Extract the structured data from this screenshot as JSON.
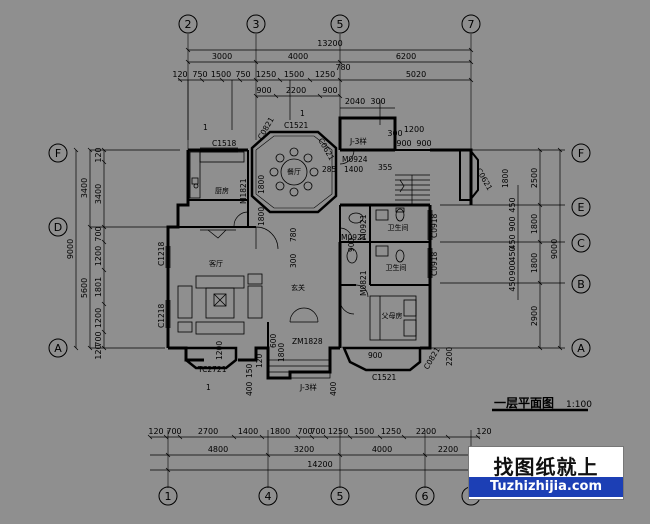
{
  "axes_top": [
    "2",
    "3",
    "5",
    "7"
  ],
  "axes_bottom": [
    "1",
    "4",
    "5",
    "6",
    "7"
  ],
  "axes_left": [
    "F",
    "D",
    "A"
  ],
  "axes_right": [
    "F",
    "E",
    "C",
    "B",
    "A"
  ],
  "dims_top": {
    "total": "13200",
    "row1": [
      "3000",
      "4000",
      "6200"
    ],
    "row2": [
      "120",
      "750",
      "1500",
      "750",
      "1250",
      "1500",
      "1250",
      "5020"
    ],
    "row3": [
      "900",
      "2200",
      "900"
    ],
    "small": [
      "780",
      "2040",
      "300",
      "300",
      "900",
      "1200",
      "900"
    ]
  },
  "dims_bottom": {
    "row1": [
      "120",
      "700",
      "2700",
      "1400",
      "1800",
      "700",
      "700",
      "1250",
      "1500",
      "1250",
      "2200",
      "120"
    ],
    "row2": [
      "4800",
      "3200",
      "4000",
      "2200"
    ],
    "total": "14200"
  },
  "dims_left": {
    "total": "9000",
    "mid": [
      "3400",
      "5600"
    ],
    "fine": [
      "120",
      "3400",
      "700",
      "1200",
      "1801",
      "1200",
      "700",
      "120"
    ]
  },
  "dims_right": {
    "total": "9000",
    "mid": [
      "2500",
      "1800",
      "1800",
      "2900"
    ],
    "fine": [
      "450",
      "900",
      "450",
      "450",
      "900",
      "450"
    ]
  },
  "rooms": {
    "dining": "餐厅",
    "kitchen": "厨房",
    "living": "客厅",
    "hall": "玄关",
    "bath1": "卫生间",
    "bath2": "卫生间",
    "bedroom": "父母房"
  },
  "labels": {
    "c1518": "C1518",
    "c1521_top": "C1521",
    "c0821_a": "C0821",
    "c0621_a": "C0621",
    "c0621_b": "C0621",
    "m0924": "M0924",
    "m1821": "M1821",
    "c1218_a": "C1218",
    "c1218_b": "C1218",
    "tc2721": "TC2721",
    "zm1828": "ZM1828",
    "c1521_bot": "C1521",
    "c0821_b": "C0821",
    "c0918_a": "C0918",
    "c0918_b": "C0918",
    "m0921": "M0921",
    "m0821": "M0821",
    "m0921b": "M0921",
    "n1400": "1400",
    "n355": "355",
    "n285": "285",
    "n1800": "1800",
    "n1800b": "1800",
    "n780": "780",
    "n300": "300",
    "n900": "900",
    "n150": "150",
    "n400": "400",
    "n400b": "400",
    "n120": "120",
    "n1800c": "1800",
    "n600": "600",
    "n1200": "1200",
    "n900b": "900",
    "n1800d": "1800",
    "n2200": "2200",
    "one": "1",
    "one_b": "1",
    "one_c": "1",
    "j3": "J-3样",
    "j3b": "J-3样"
  },
  "title": {
    "main": "一层平面图",
    "scale": "1:100"
  },
  "watermark": {
    "cn": "找图纸就上",
    "en": "Tuzhizhijia.com"
  }
}
